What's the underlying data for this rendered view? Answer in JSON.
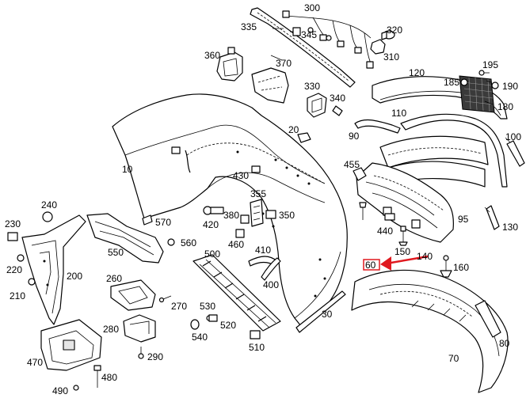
{
  "colors": {
    "line": "#000000",
    "background": "#ffffff",
    "highlight": "#e0191f",
    "fill_gray": "#e6e6e6"
  },
  "labels": {
    "p10": "10",
    "p20": "20",
    "p30": "30",
    "p70": "70",
    "p80": "80",
    "p90": "90",
    "p95": "95",
    "p100": "100",
    "p110": "110",
    "p120": "120",
    "p130": "130",
    "p140": "140",
    "p150": "150",
    "p160": "160",
    "p180": "180",
    "p185": "185",
    "p190": "190",
    "p195": "195",
    "p200": "200",
    "p210": "210",
    "p220": "220",
    "p230": "230",
    "p240": "240",
    "p260": "260",
    "p270": "270",
    "p280": "280",
    "p290": "290",
    "p300": "300",
    "p310": "310",
    "p320": "320",
    "p330": "330",
    "p335": "335",
    "p340": "340",
    "p345": "345",
    "p350": "350",
    "p355": "355",
    "p360": "360",
    "p370": "370",
    "p380": "380",
    "p400": "400",
    "p410": "410",
    "p420": "420",
    "p430": "430",
    "p440": "440",
    "p455": "455",
    "p460": "460",
    "p470": "470",
    "p480": "480",
    "p490": "490",
    "p500": "500",
    "p510": "510",
    "p520": "520",
    "p530": "530",
    "p540": "540",
    "p550": "550",
    "p560": "560",
    "p570": "570"
  },
  "highlight": {
    "label": "60"
  }
}
